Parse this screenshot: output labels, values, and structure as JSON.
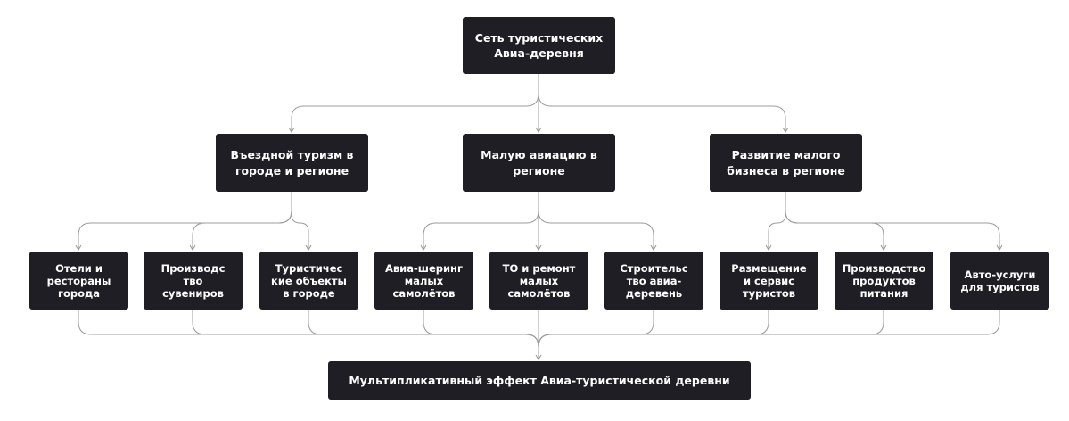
{
  "colors": {
    "node_fill": "#1f1e24",
    "node_text": "#ffffff",
    "connector": "#9c9c9c"
  },
  "diagram": {
    "root": {
      "label": "Сеть туристических\nАвиа-деревня"
    },
    "directions": [
      {
        "label": "Въездной туризм в\nгороде и регионе"
      },
      {
        "label": "Малую авиацию в\nрегионе"
      },
      {
        "label": "Развитие малого\nбизнеса в регионе"
      }
    ],
    "activities": [
      {
        "label": "Отели и\nресто­раны\nгорода"
      },
      {
        "label": "Производс\nтво\nсувениров"
      },
      {
        "label": "Туристичес\nкие объекты\nв городе"
      },
      {
        "label": "Авиа-шеринг\nмалых\nсамолётов"
      },
      {
        "label": "ТО и ремонт\nмалых\nсамолётов"
      },
      {
        "label": "Строительс\nтво авиа-\nдеревень"
      },
      {
        "label": "Размещение\nи сервис\nтуристов"
      },
      {
        "label": "Производство\nпродуктов\nпитания"
      },
      {
        "label": "Авто-услуги\nдля туристов"
      }
    ],
    "result": {
      "label": "Мультипликативный эффект Авиа-туристической деревни"
    }
  }
}
